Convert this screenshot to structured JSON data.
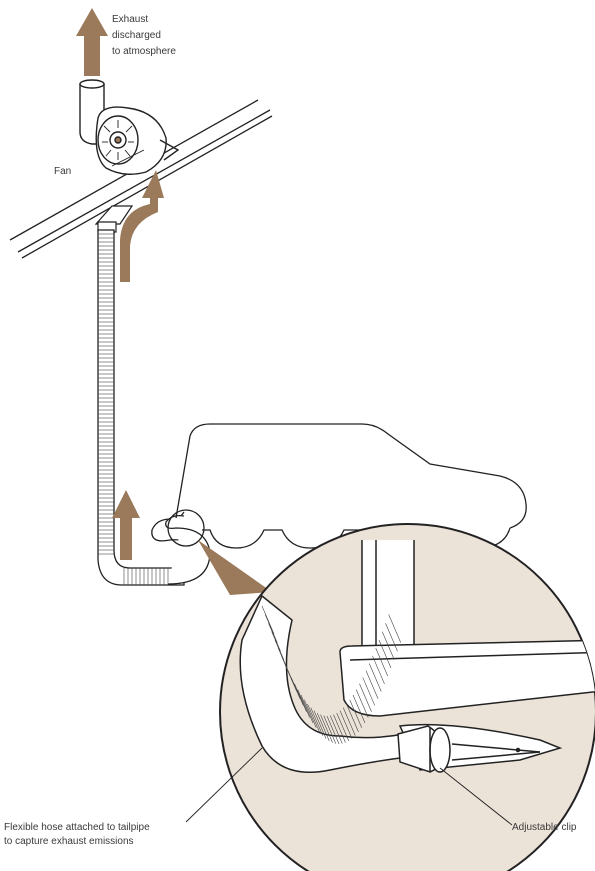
{
  "labels": {
    "exhaust_line1": "Exhaust",
    "exhaust_line2": "discharged",
    "exhaust_line3": "to atmosphere",
    "fan": "Fan",
    "hose_line1": "Flexible hose attached to tailpipe",
    "hose_line2": "to capture exhaust emissions",
    "clip": "Adjustable clip"
  },
  "colors": {
    "arrow": "#9b7a5b",
    "detail_fill": "#ebe2d8",
    "zoom_wedge": "#9b7a5b",
    "line": "#222222"
  }
}
